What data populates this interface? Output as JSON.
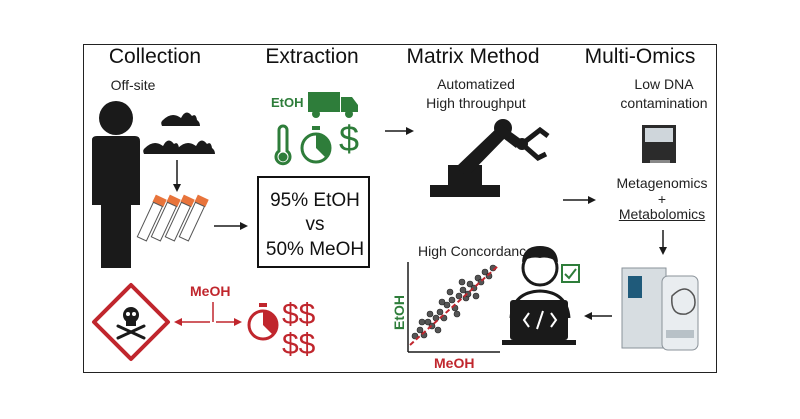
{
  "columns": {
    "collection": "Collection",
    "extraction": "Extraction",
    "matrix": "Matrix Method",
    "omics": "Multi-Omics"
  },
  "collection": {
    "subtitle": "Off-site"
  },
  "extraction": {
    "etoh_truck_label": "EtOH",
    "dollar": "$",
    "box_line1": "95% EtOH",
    "box_line2": "vs",
    "box_line3": "50% MeOH"
  },
  "matrix": {
    "line1": "Automatized",
    "line2": "High throughput"
  },
  "omics": {
    "line1": "Low DNA",
    "line2": "contamination",
    "metagenomics": "Metagenomics",
    "plus": "+",
    "metabolomics": "Metabolomics"
  },
  "concordance": {
    "title": "High Concordance",
    "ylabel": "EtOH",
    "xlabel": "MeOH"
  },
  "methanol": {
    "label": "MeOH",
    "cost_row1": "$$",
    "cost_row2": "$$"
  },
  "colors": {
    "green": "#2e7d3a",
    "red": "#c0262d",
    "dark": "#1a1a1a",
    "orange": "#e8743b"
  }
}
